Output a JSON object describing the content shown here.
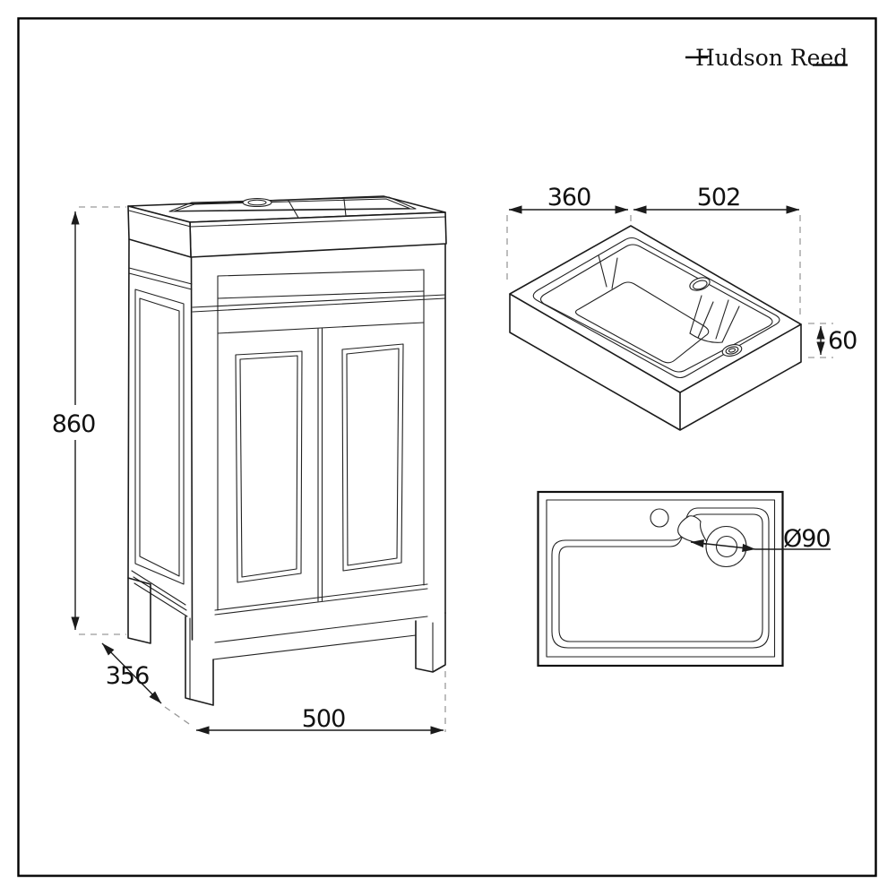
{
  "brand": {
    "logo_text": "Hudson Reed"
  },
  "drawing": {
    "front_view": {
      "height": "860",
      "depth": "356",
      "width": "500"
    },
    "iso_view": {
      "depth": "360",
      "width": "502",
      "basin_height": "60"
    },
    "plan_view": {
      "waste_diameter": "Ø90"
    }
  },
  "colors": {
    "ink": "#1b1b1b",
    "dashed_gray": "#9a9a9a",
    "background": "#ffffff",
    "border": "#000000"
  }
}
